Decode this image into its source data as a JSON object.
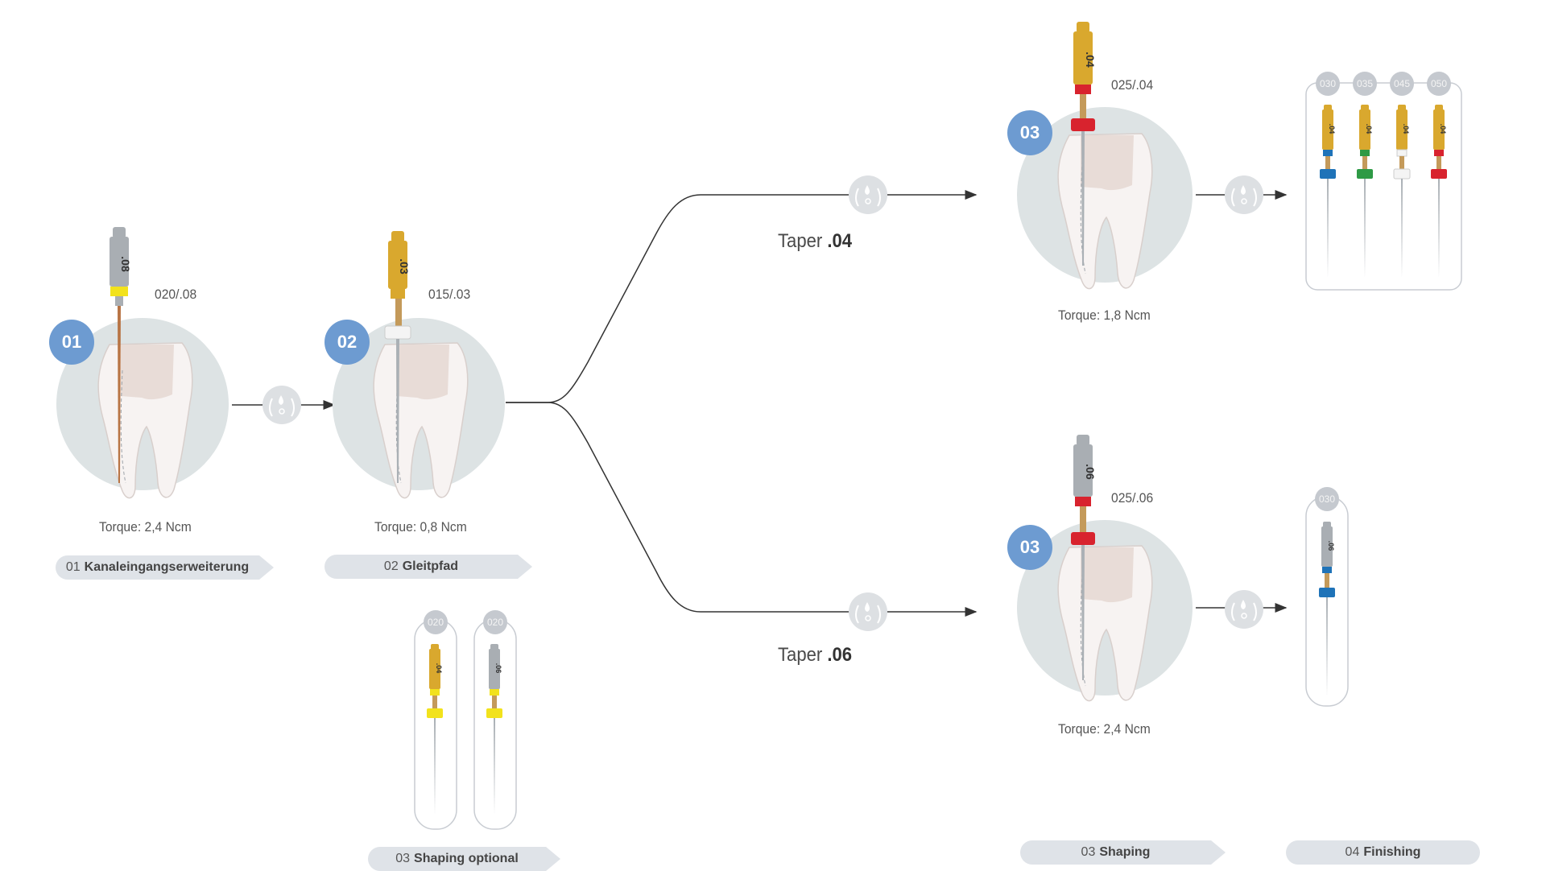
{
  "steps": {
    "s01": {
      "num": "01",
      "name": "Kanaleingangserweiterung"
    },
    "s02": {
      "num": "02",
      "name": "Gleitpfad"
    },
    "s03opt": {
      "num": "03",
      "name": "Shaping optional"
    },
    "s03": {
      "num": "03",
      "name": "Shaping"
    },
    "s04": {
      "num": "04",
      "name": "Finishing"
    }
  },
  "badges": {
    "b01": "01",
    "b02": "02",
    "b03a": "03",
    "b03b": "03"
  },
  "files": {
    "f01": {
      "size": "020/.08",
      "torque": "Torque: 2,4 Ncm",
      "shank_label": ".08"
    },
    "f02": {
      "size": "015/.03",
      "torque": "Torque: 0,8 Ncm",
      "shank_label": ".03"
    },
    "f03a": {
      "size": "025/.04",
      "torque": "Torque: 1,8 Ncm",
      "shank_label": ".04"
    },
    "f03b": {
      "size": "025/.06",
      "torque": "Torque: 2,4 Ncm",
      "shank_label": ".06"
    }
  },
  "tapers": {
    "t04": {
      "prefix": "Taper ",
      "value": ".04"
    },
    "t06": {
      "prefix": "Taper ",
      "value": ".06"
    }
  },
  "optional_files": [
    {
      "size": "020",
      "shank_label": ".04"
    },
    {
      "size": "020",
      "shank_label": ".06"
    }
  ],
  "finishing_04": [
    {
      "size": "030",
      "shank_label": ".04"
    },
    {
      "size": "035",
      "shank_label": ".04"
    },
    {
      "size": "045",
      "shank_label": ".04"
    },
    {
      "size": "050",
      "shank_label": ".04"
    }
  ],
  "finishing_06": [
    {
      "size": "030",
      "shank_label": ".06"
    }
  ],
  "colors": {
    "badge": "#6d9bd1",
    "circle": "#dde3e4",
    "step_bg": "#dfe3e8",
    "gold": "#d9a82e",
    "silver": "#a9aeb3",
    "yellow": "#f2e21c",
    "red": "#d8232e",
    "blue": "#1f73b8",
    "green": "#2e9a45",
    "white": "#f4f4f4",
    "line": "#333333"
  },
  "icons": {
    "irrigation": "irrigation-drop-icon"
  }
}
